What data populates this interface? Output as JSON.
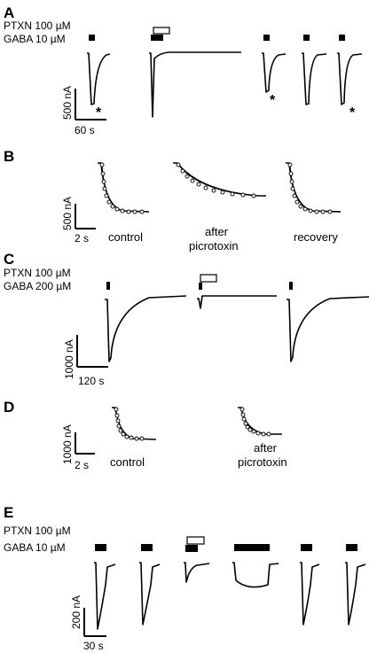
{
  "panels": {
    "A": {
      "letter": "A",
      "ptxn_label": "PTXN 100 µM",
      "gaba_label": "GABA 10 µM",
      "scale_current": "500 nA",
      "scale_time": "60 s",
      "asterisk": "*"
    },
    "B": {
      "letter": "B",
      "scale_current": "500 nA",
      "scale_time": "2 s",
      "conditions": [
        "control",
        "after",
        "picrotoxin",
        "recovery"
      ]
    },
    "C": {
      "letter": "C",
      "ptxn_label": "PTXN 100 µM",
      "gaba_label": "GABA 200 µM",
      "scale_current": "1000 nA",
      "scale_time": "120 s"
    },
    "D": {
      "letter": "D",
      "scale_current": "1000 nA",
      "scale_time": "2 s",
      "conditions": [
        "control",
        "after",
        "picrotoxin"
      ]
    },
    "E": {
      "letter": "E",
      "ptxn_label": "PTXN 100 µM",
      "gaba_label": "GABA 10 µM",
      "scale_current": "200 nA",
      "scale_time": "30 s"
    }
  }
}
